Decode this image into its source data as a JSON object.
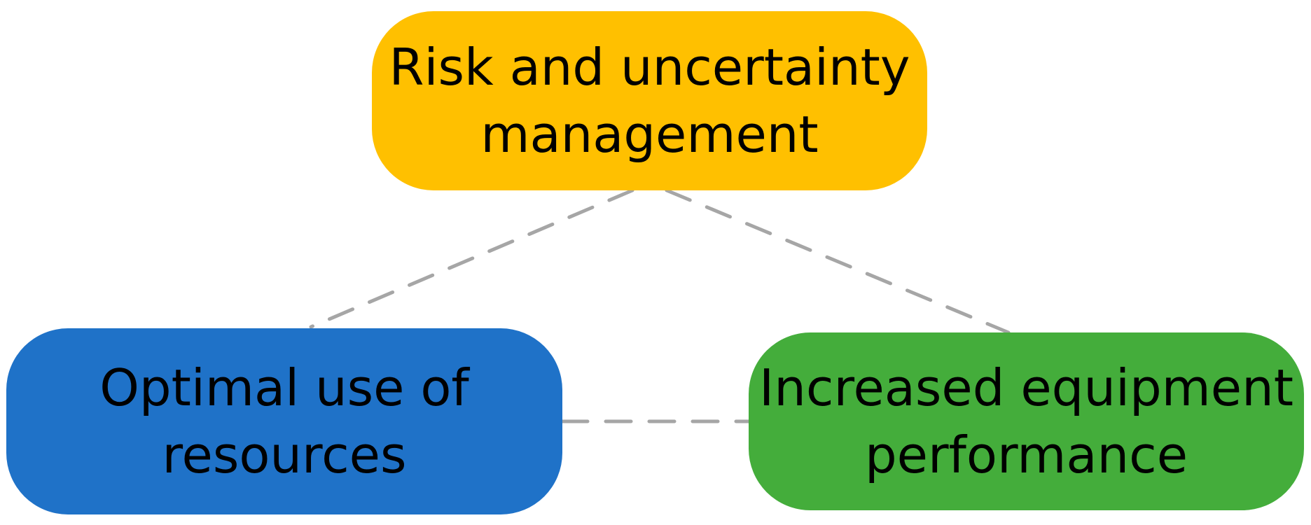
{
  "diagram": {
    "nodes": [
      {
        "id": "risk",
        "lines": [
          "Risk and uncertainty",
          "management"
        ],
        "color": "#FFC000"
      },
      {
        "id": "resources",
        "lines": [
          "Optimal use of",
          "resources"
        ],
        "color": "#1F72C8"
      },
      {
        "id": "equipment",
        "lines": [
          "Increased equipment",
          "performance"
        ],
        "color": "#44AD3B"
      }
    ],
    "connectors": [
      {
        "from": "risk",
        "to": "resources",
        "style": "dashed"
      },
      {
        "from": "risk",
        "to": "equipment",
        "style": "dashed"
      },
      {
        "from": "resources",
        "to": "equipment",
        "style": "dashed"
      }
    ],
    "connector_color": "#A6A6A6"
  }
}
